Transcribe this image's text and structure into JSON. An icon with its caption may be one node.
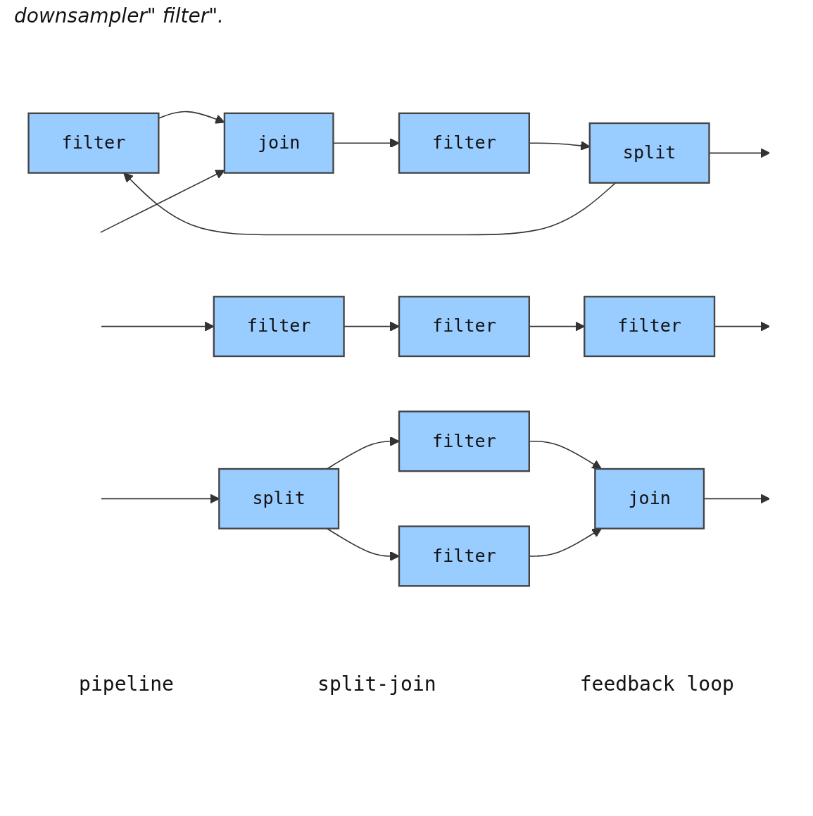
{
  "diagram": {
    "nodes": [
      {
        "text": [
          "filter"
        ]
      },
      {
        "text": [
          "filter"
        ]
      },
      {
        "text": [
          "filter"
        ]
      },
      {
        "text": [
          "split"
        ]
      },
      {
        "text": [
          "filter"
        ]
      },
      {
        "text": [
          "filter"
        ]
      },
      {
        "text": [
          "join"
        ]
      },
      {
        "text": [
          "filter"
        ]
      },
      {
        "text": [
          "join"
        ]
      },
      {
        "text": [
          "filter"
        ]
      },
      {
        "text": [
          "split"
        ]
      }
    ],
    "edges": [
      {
        "from": null,
        "to": 0,
        "arrow": "to"
      },
      {
        "from": 0,
        "to": 1,
        "arrow": "to"
      },
      {
        "from": 1,
        "to": 2,
        "arrow": "to"
      },
      {
        "from": 2,
        "to": null,
        "arrow": "to"
      },
      {
        "from": null,
        "to": 3,
        "arrow": "to"
      },
      {
        "from": 3,
        "to": 4,
        "arrow": "to"
      },
      {
        "from": 3,
        "to": 5,
        "arrow": "to"
      },
      {
        "from": 4,
        "to": 6,
        "arrow": "to"
      },
      {
        "from": 5,
        "to": 6,
        "arrow": "to"
      },
      {
        "from": 6,
        "to": null,
        "arrow": "to"
      },
      {
        "from": 7,
        "to": 8,
        "arrow": "to"
      },
      {
        "from": null,
        "to": 8,
        "arrow": "to"
      },
      {
        "from": 8,
        "to": 9,
        "arrow": "to"
      },
      {
        "from": 9,
        "to": 10,
        "arrow": "to"
      },
      {
        "from": 10,
        "to": 7,
        "arrow": "to"
      },
      {
        "from": 10,
        "to": null,
        "arrow": "to"
      }
    ],
    "labels": [
      "downsampler\" filter\".",
      "pipeline",
      "split-join",
      "feedback loop"
    ]
  }
}
